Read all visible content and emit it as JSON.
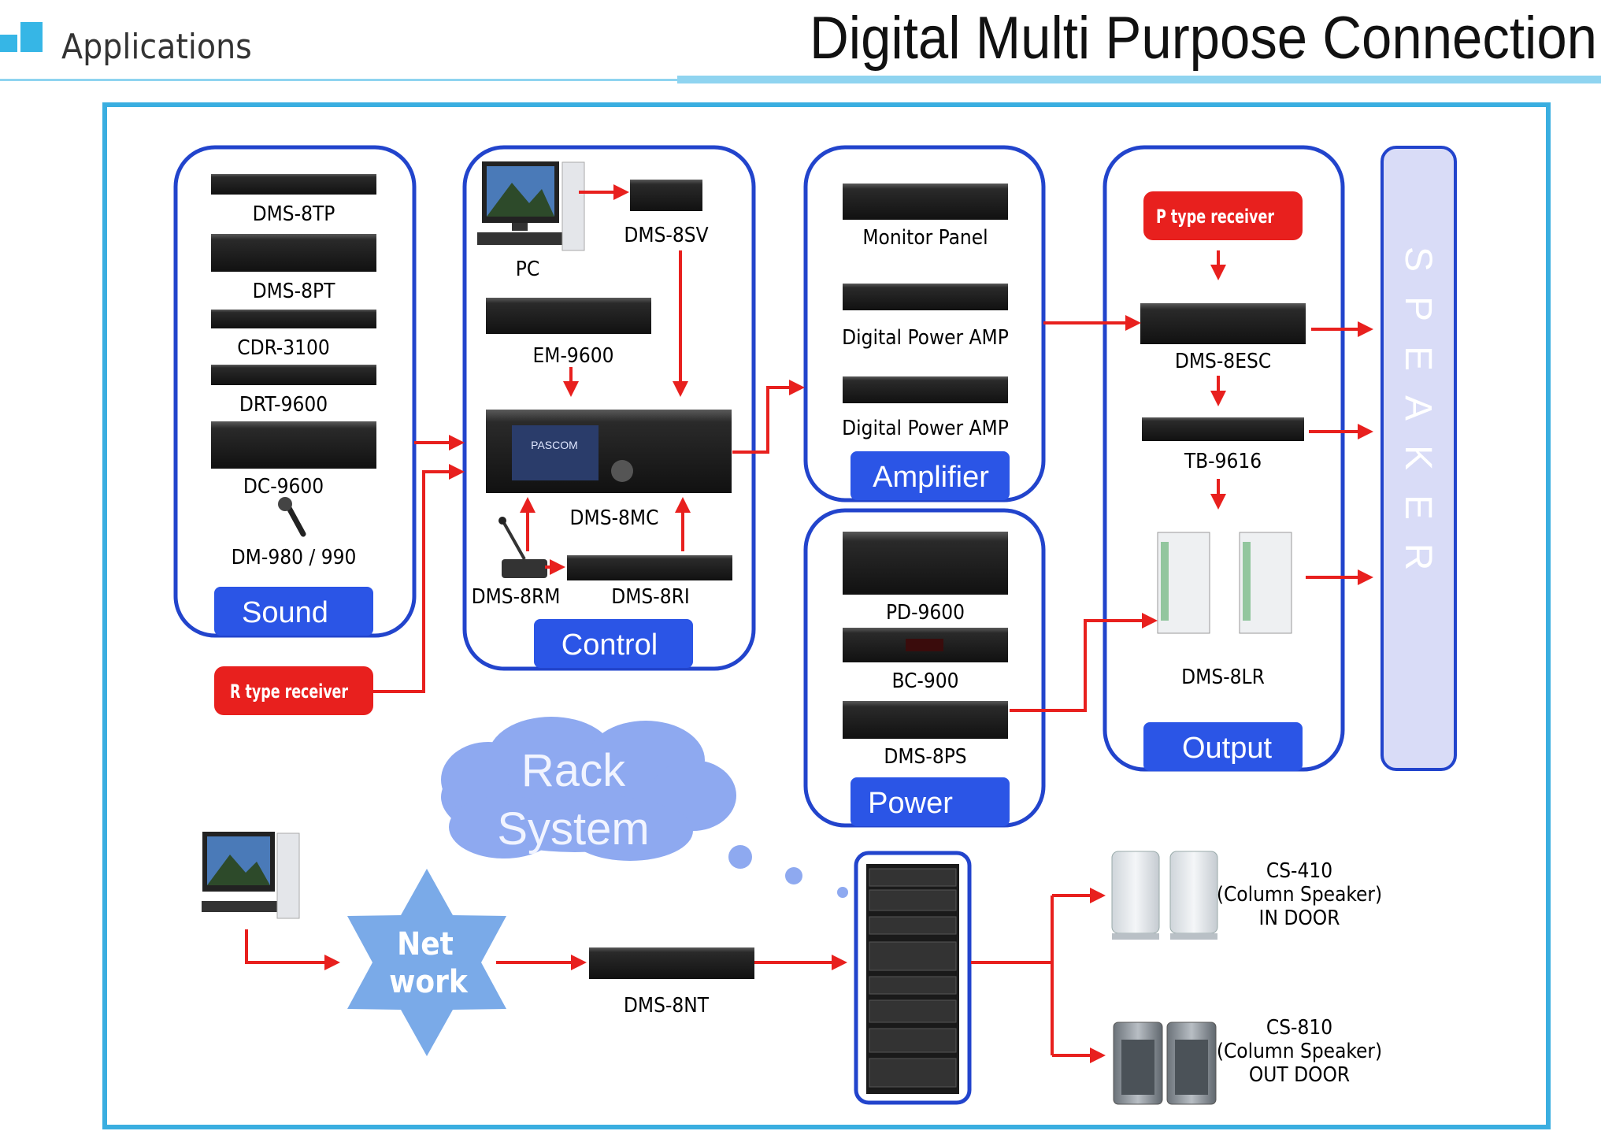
{
  "header": {
    "section_label": "Applications",
    "title": "Digital Multi Purpose Connection"
  },
  "groups": {
    "sound": "Sound",
    "control": "Control",
    "amplifier": "Amplifier",
    "power": "Power",
    "output": "Output",
    "speaker": [
      "S",
      "P",
      "E",
      "A",
      "K",
      "E",
      "R"
    ]
  },
  "devices": {
    "dms_8tp": "DMS-8TP",
    "dms_8pt": "DMS-8PT",
    "cdr_3100": "CDR-3100",
    "drt_9600": "DRT-9600",
    "dc_9600": "DC-9600",
    "dm_980": "DM-980 / 990",
    "pc": "PC",
    "dms_8sv": "DMS-8SV",
    "em_9600": "EM-9600",
    "dms_8mc": "DMS-8MC",
    "dms_8rm": "DMS-8RM",
    "dms_8ri": "DMS-8RI",
    "monitor_panel": "Monitor Panel",
    "digital_power_amp_1": "Digital Power AMP",
    "digital_power_amp_2": "Digital Power AMP",
    "pd_9600": "PD-9600",
    "bc_900": "BC-900",
    "dms_8ps": "DMS-8PS",
    "dms_8esc": "DMS-8ESC",
    "tb_9616": "TB-9616",
    "dms_8lr": "DMS-8LR",
    "dms_8nt": "DMS-8NT"
  },
  "receivers": {
    "r_type": "R type receiver",
    "p_type": "P type receiver"
  },
  "cloud": {
    "line1": "Rack",
    "line2": "System"
  },
  "network": {
    "line1": "Net",
    "line2": "work"
  },
  "speakers_in": {
    "model": "CS-410",
    "type": "(Column Speaker)",
    "location": "IN DOOR"
  },
  "speakers_out": {
    "model": "CS-810",
    "type": "(Column Speaker)",
    "location": "OUT DOOR"
  },
  "rack_brand": "PASCOM",
  "colors": {
    "group_border": "#2244cc",
    "group_label_bg": "#2b55e6",
    "arrow": "#e8201e",
    "receiver_bg": "#e8201e",
    "frame": "#3aaee0",
    "cloud": "#8ea9f0",
    "star": "#7aaae8",
    "speaker_band": "#d9dcf7"
  }
}
